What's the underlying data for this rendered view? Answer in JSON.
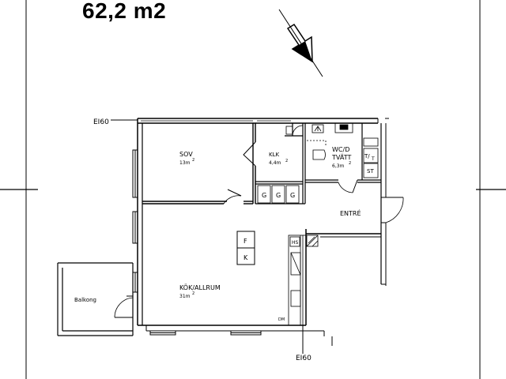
{
  "plan": {
    "total_area": "62,2 m2",
    "elevation_top": "EI60",
    "elevation_bottom": "EI60",
    "rooms": {
      "sov": {
        "name": "SOV",
        "area": "13m",
        "sup": "2"
      },
      "klk": {
        "name": "KLK",
        "area": "4,4m",
        "sup": "2"
      },
      "wc": {
        "name": "WC/D",
        "name2": "TVÄTT",
        "area": "6,3m",
        "sup": "2"
      },
      "entre": {
        "name": "ENTRÉ"
      },
      "kok": {
        "name": "KÖK/ALLRUM",
        "area": "31m",
        "sup": "2"
      },
      "balkong": {
        "name": "Balkong"
      }
    },
    "fixtures": {
      "g1": "G",
      "g2": "G",
      "g3": "G",
      "f": "F",
      "k": "K",
      "hs": "HS",
      "tt": "T/",
      "tt2": "T",
      "st": "ST",
      "dm": "DM"
    }
  }
}
